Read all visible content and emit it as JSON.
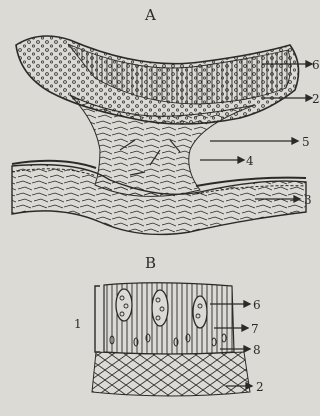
{
  "figure": {
    "panel_a": {
      "title": "A",
      "labels": [
        "6",
        "2",
        "5",
        "4",
        "3"
      ]
    },
    "panel_b": {
      "title": "B",
      "bracket_label": "1",
      "labels": [
        "6",
        "7",
        "8",
        "2"
      ]
    },
    "colors": {
      "paper": "#dcdad5",
      "ink": "#2b2a28"
    }
  }
}
